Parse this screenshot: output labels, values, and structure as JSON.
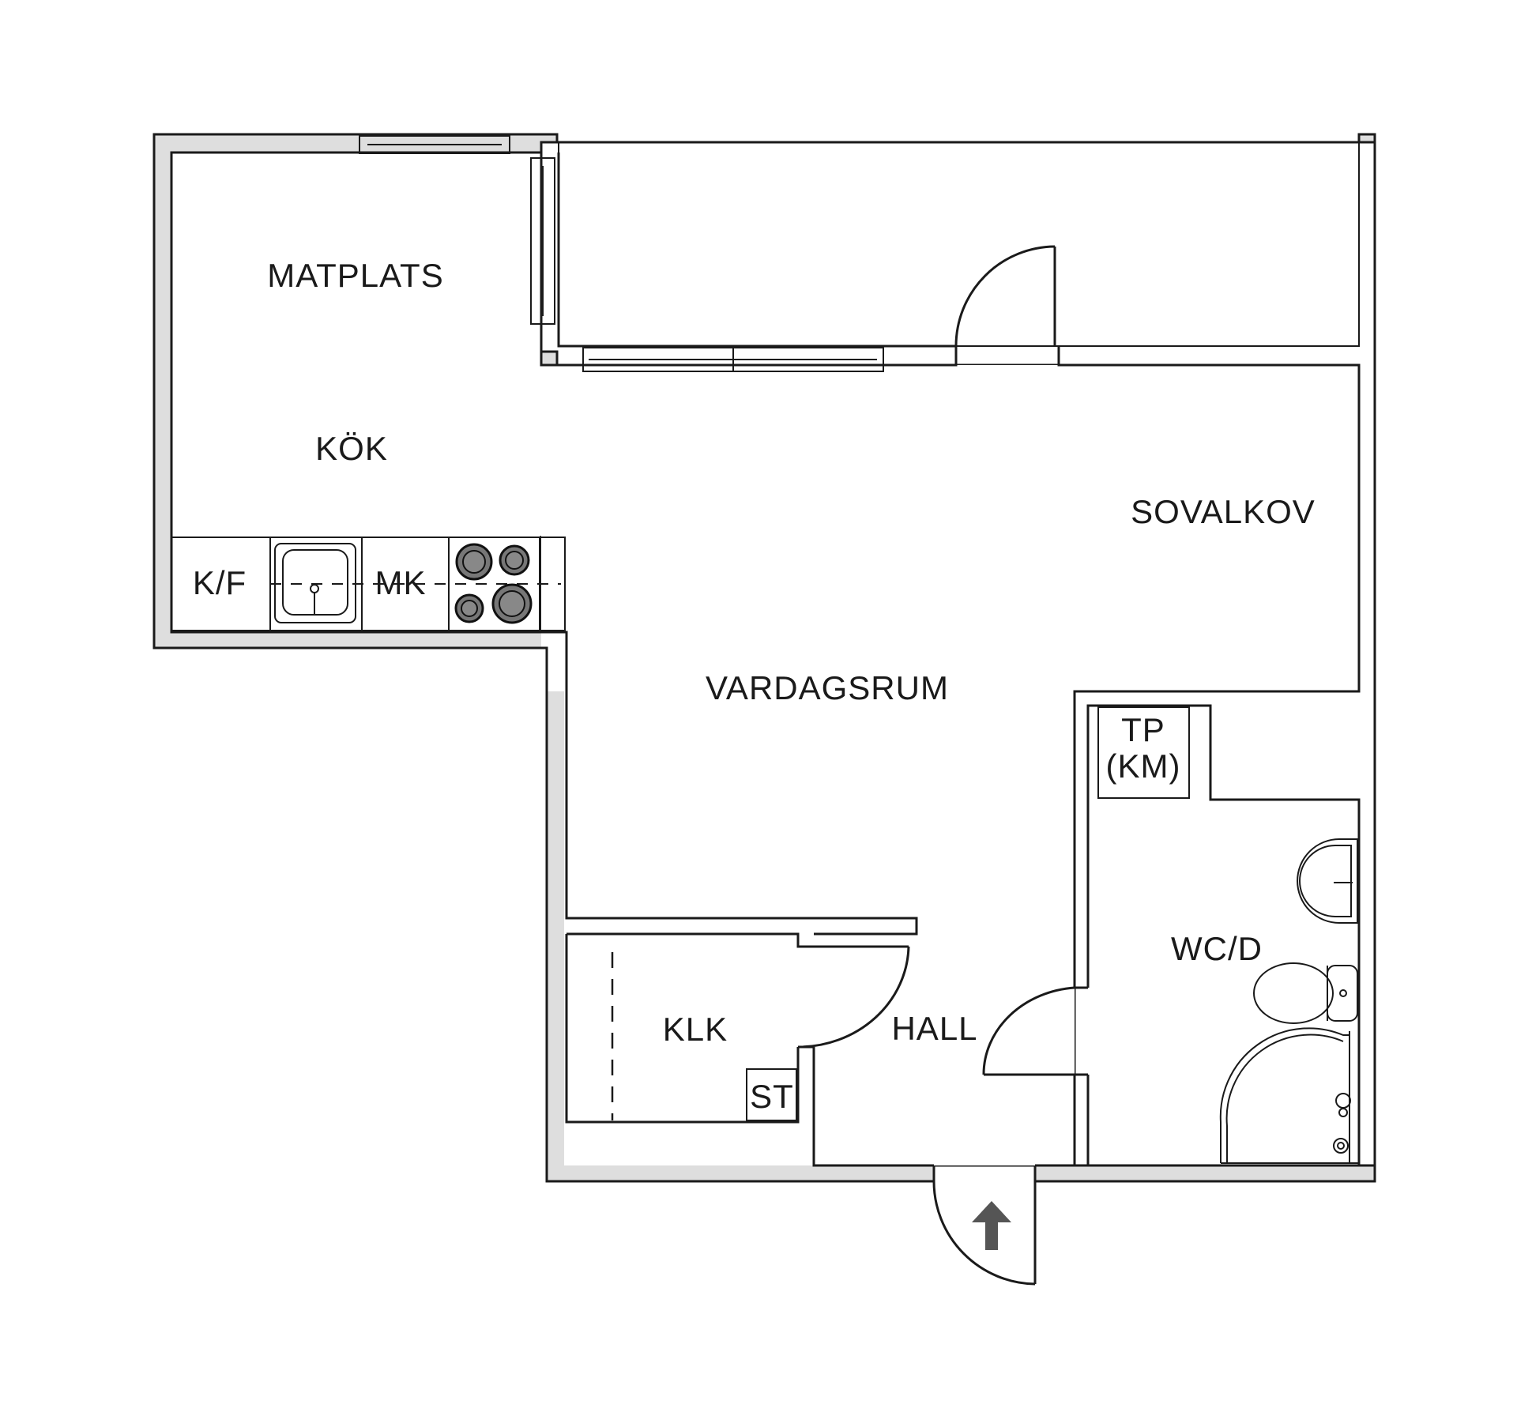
{
  "rooms": {
    "matplats": "MATPLATS",
    "kok": "KÖK",
    "sovalkov": "SOVALKOV",
    "vardagsrum": "VARDAGSRUM",
    "tp": "TP",
    "km": "(KM)",
    "wcd": "WC/D",
    "klk": "KLK",
    "hall": "HALL",
    "st": "ST"
  },
  "fixtures": {
    "kf": "K/F",
    "mk": "MK"
  },
  "colors": {
    "wall_fill": "#dedede",
    "balcony_fill": "#efefef",
    "line": "#1a1a1a",
    "stove": "#444444",
    "arrow": "#555555"
  },
  "icons": {
    "entrance": "arrow-up-icon",
    "sink": "sink-icon",
    "stove": "stove-icon",
    "toilet": "toilet-icon",
    "washbasin": "washbasin-icon",
    "shower": "shower-icon"
  }
}
